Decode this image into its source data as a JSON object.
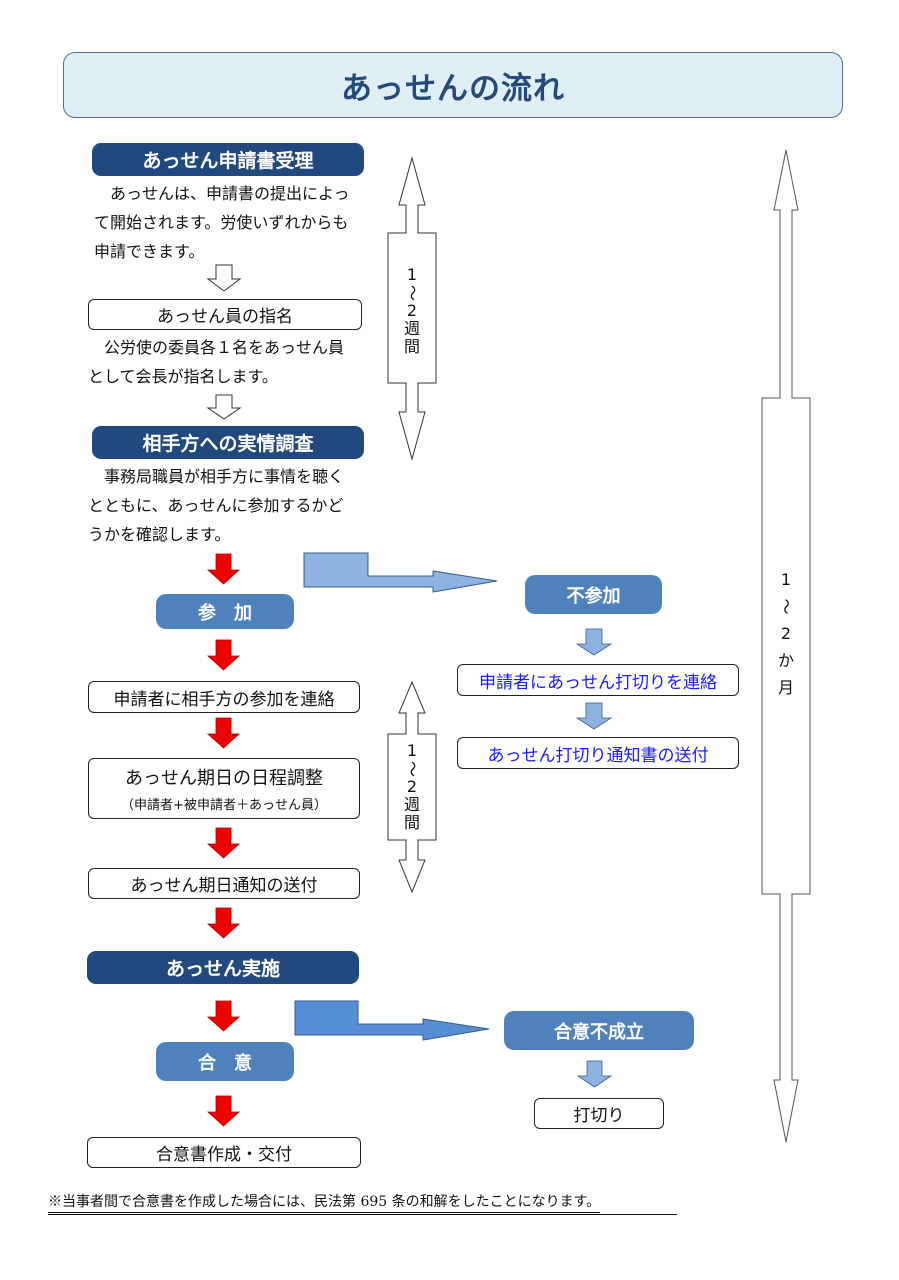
{
  "title": "あっせんの流れ",
  "steps": {
    "application": {
      "heading": "あっせん申請書受理",
      "description_lines": [
        "　あっせんは、申請書の提出によっ",
        "て開始されます。労使いずれからも",
        "申請できます。"
      ]
    },
    "appoint": {
      "heading": "あっせん員の指名",
      "description_lines": [
        "　公労使の委員各１名をあっせん員",
        "として会長が指名します。"
      ]
    },
    "investigation": {
      "heading": "相手方への実情調査",
      "description_lines": [
        "　事務局職員が相手方に事情を聴く",
        "とともに、あっせんに参加するかど",
        "うかを確認します。"
      ]
    },
    "participate": {
      "heading": "参　加"
    },
    "notify_participation": {
      "label": "申請者に相手方の参加を連絡"
    },
    "schedule": {
      "label": "あっせん期日の日程調整",
      "sub": "（申請者+被申請者＋あっせん員）"
    },
    "send_notice": {
      "label": "あっせん期日通知の送付"
    },
    "conduct": {
      "heading": "あっせん実施"
    },
    "agreement": {
      "heading": "合　意"
    },
    "agreement_doc": {
      "label": "合意書作成・交付"
    }
  },
  "branches": {
    "non_participation": {
      "heading": "不参加",
      "steps": [
        "申請者にあっせん打切りを連絡",
        "あっせん打切り通知書の送付"
      ]
    },
    "no_agreement": {
      "heading": "合意不成立",
      "steps": [
        "打切り"
      ]
    }
  },
  "durations": {
    "upper": [
      "1",
      "～",
      "2",
      "週",
      "間"
    ],
    "lower": [
      "1",
      "～",
      "2",
      "週",
      "間"
    ],
    "overall": [
      "1",
      "～",
      "2",
      "か",
      "月"
    ]
  },
  "colors": {
    "dark_heading": "#22497d",
    "mid_heading": "#4f81bd",
    "red_arrow": "#ee0000",
    "light_arrow": "#8db3e2",
    "branch_arrow_dark": "#558ed5",
    "branch_text": "#1a1aff"
  },
  "footnote": "※当事者間で合意書を作成した場合には、民法第 695 条の和解をしたことになります。"
}
